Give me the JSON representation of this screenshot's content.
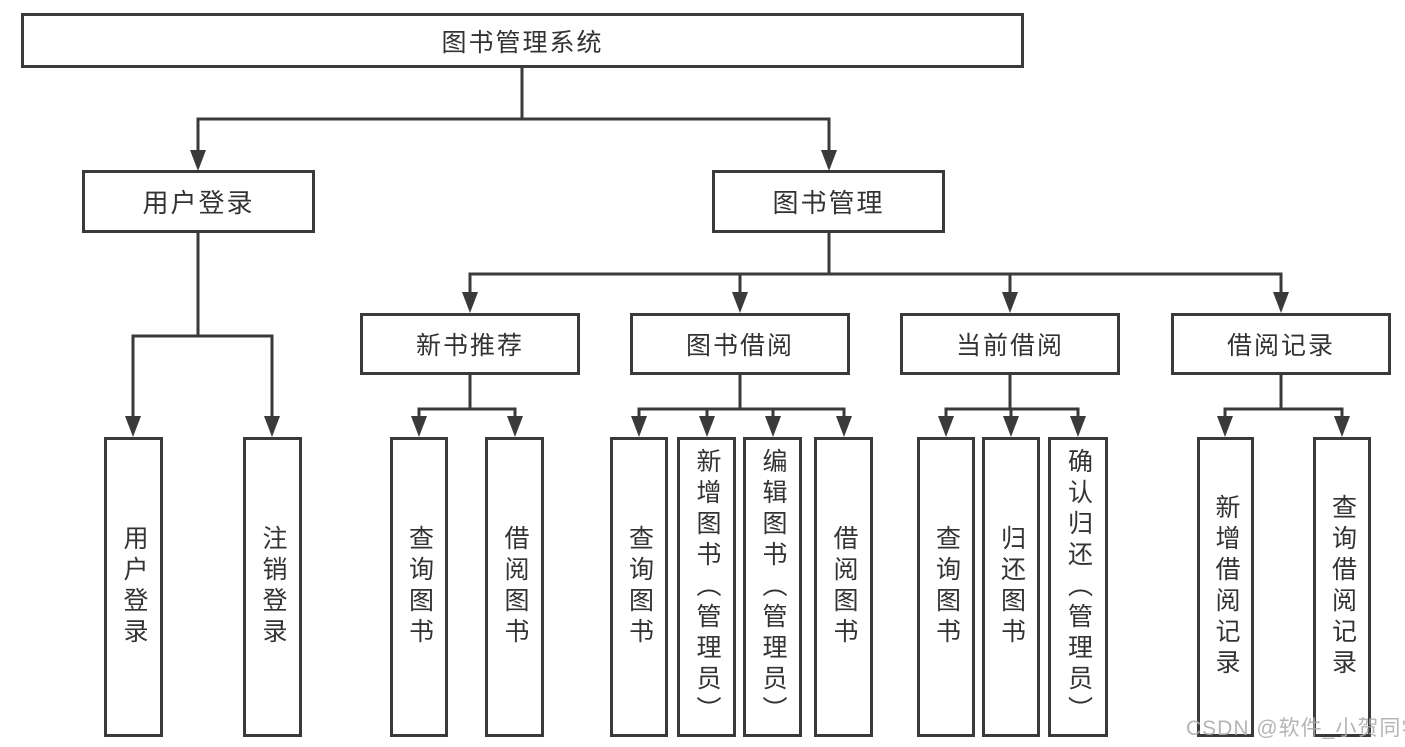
{
  "colors": {
    "line": "#3a3a3a",
    "box_border": "#3a3a3a",
    "box_fill": "#ffffff",
    "text": "#333333",
    "background": "#ffffff",
    "watermark": "#adadad"
  },
  "watermark": {
    "text": "CSDN @软件_小贺同学"
  },
  "diagram": {
    "type": "tree",
    "root": {
      "label": "图书管理系统",
      "children": [
        {
          "label": "用户登录",
          "children": [
            {
              "label": "用户登录"
            },
            {
              "label": "注销登录"
            }
          ]
        },
        {
          "label": "图书管理",
          "children": [
            {
              "label": "新书推荐",
              "children": [
                {
                  "label": "查询图书"
                },
                {
                  "label": "借阅图书"
                }
              ]
            },
            {
              "label": "图书借阅",
              "children": [
                {
                  "label": "查询图书"
                },
                {
                  "label": "新增图书（管理员）"
                },
                {
                  "label": "编辑图书（管理员）"
                },
                {
                  "label": "借阅图书"
                }
              ]
            },
            {
              "label": "当前借阅",
              "children": [
                {
                  "label": "查询图书"
                },
                {
                  "label": "归还图书"
                },
                {
                  "label": "确认归还（管理员）"
                }
              ]
            },
            {
              "label": "借阅记录",
              "children": [
                {
                  "label": "新增借阅记录"
                },
                {
                  "label": "查询借阅记录"
                }
              ]
            }
          ]
        }
      ]
    }
  }
}
